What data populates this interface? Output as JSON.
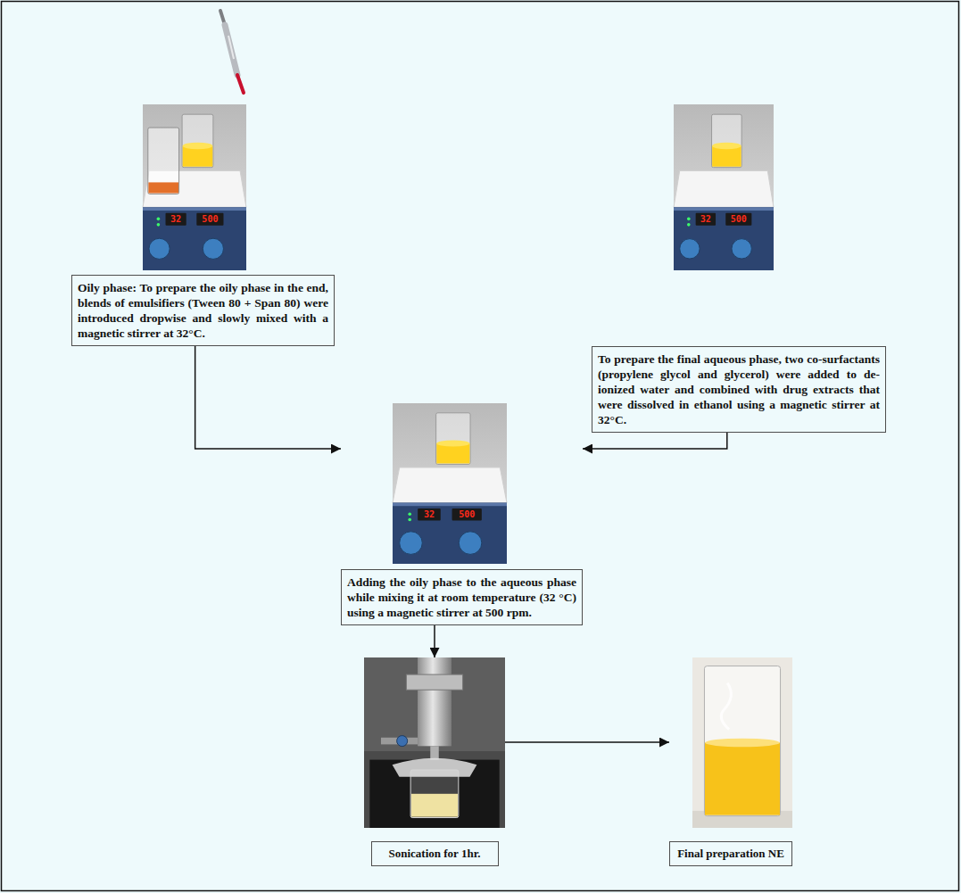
{
  "diagram": {
    "nodes": [
      {
        "text": [
          "Oily phase: To prepare the oily phase in the end, blends of emulsifiers (Tween 80 + Span 80) were introduced dropwise and slowly mixed with a magnetic stirrer at 32°C."
        ]
      },
      {
        "text": [
          "To prepare the final aqueous phase, two co-surfactants (propylene glycol and glycerol) were added to de-ionized water and combined with drug extracts that were dissolved in ethanol using a magnetic stirrer at 32°C."
        ]
      },
      {
        "text": [
          "Adding the oily phase to the aqueous phase while mixing it at room temperature (32 °C) using a magnetic stirrer at 500 rpm."
        ]
      },
      {
        "text": [
          "Sonication for 1hr."
        ]
      },
      {
        "text": [
          "Final preparation NE"
        ]
      }
    ],
    "edges": [
      {
        "from": 0,
        "to": 2,
        "arrow": "to"
      },
      {
        "from": 1,
        "to": 2,
        "arrow": "to"
      },
      {
        "from": 2,
        "to": 3,
        "arrow": "to"
      },
      {
        "from": 3,
        "to": 4,
        "arrow": "to"
      }
    ],
    "labels": [
      "32",
      "500",
      "32",
      "500",
      "32",
      "500"
    ]
  }
}
